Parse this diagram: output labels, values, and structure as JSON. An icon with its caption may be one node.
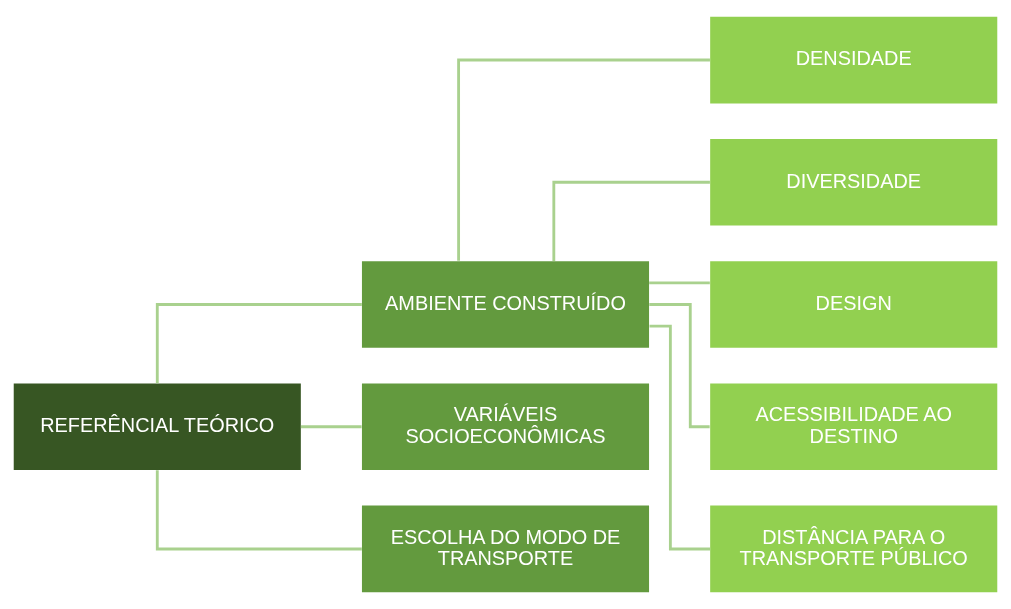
{
  "diagram": {
    "nodes": [
      {
        "text": [
          "REFERÊNCIAL TEÓRICO"
        ]
      },
      {
        "text": [
          "AMBIENTE CONSTRUÍDO"
        ]
      },
      {
        "text": [
          "VARIÁVEIS SOCIOECONÔMICAS"
        ]
      },
      {
        "text": [
          "ESCOLHA DO MODO DE TRANSPORTE"
        ]
      },
      {
        "text": [
          "DENSIDADE"
        ]
      },
      {
        "text": [
          "DIVERSIDADE"
        ]
      },
      {
        "text": [
          "DESIGN"
        ]
      },
      {
        "text": [
          "ACESSIBILIDADE AO DESTINO"
        ]
      },
      {
        "text": [
          "DISTÂNCIA PARA O TRANSPORTE PÚBLICO"
        ]
      }
    ],
    "edges": [
      {
        "from": 0,
        "to": 1,
        "arrow": "none"
      },
      {
        "from": 0,
        "to": 2,
        "arrow": "none"
      },
      {
        "from": 0,
        "to": 3,
        "arrow": "none"
      },
      {
        "from": 1,
        "to": 4,
        "arrow": "none"
      },
      {
        "from": 1,
        "to": 5,
        "arrow": "none"
      },
      {
        "from": 1,
        "to": 6,
        "arrow": "none"
      },
      {
        "from": 1,
        "to": 7,
        "arrow": "none"
      },
      {
        "from": 1,
        "to": 8,
        "arrow": "none"
      }
    ]
  }
}
